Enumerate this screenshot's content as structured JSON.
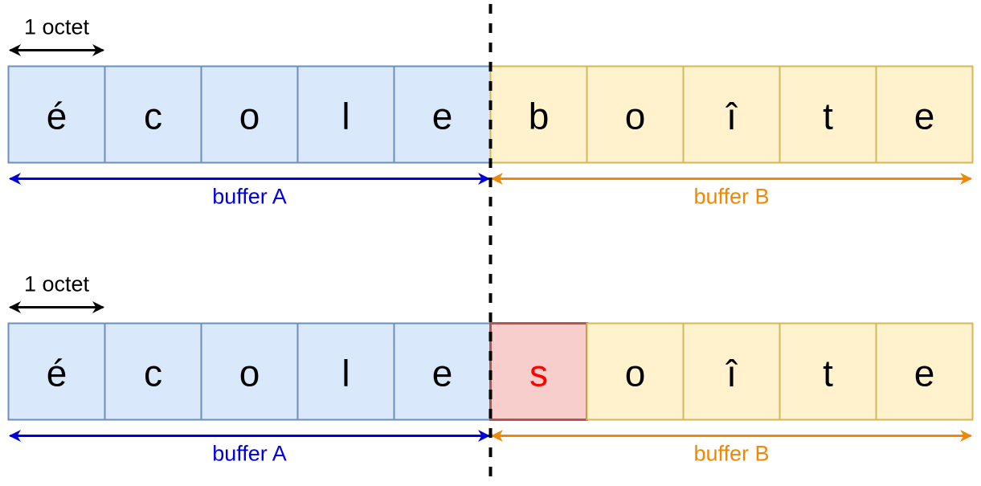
{
  "panels": [
    {
      "octet_label": "1 octet",
      "buffer_a": {
        "label": "buffer A",
        "cells": [
          "é",
          "c",
          "o",
          "l",
          "e"
        ]
      },
      "buffer_b": {
        "label": "buffer B",
        "cells": [
          "b",
          "o",
          "î",
          "t",
          "e"
        ]
      },
      "overflow_cell": null
    },
    {
      "octet_label": "1 octet",
      "buffer_a": {
        "label": "buffer A",
        "cells": [
          "é",
          "c",
          "o",
          "l",
          "e"
        ]
      },
      "buffer_b": {
        "label": "buffer B",
        "cells": [
          "s",
          "o",
          "î",
          "t",
          "e"
        ]
      },
      "overflow_cell": 0
    }
  ],
  "colors": {
    "buffer_a_fill": "#dae8fc",
    "buffer_a_stroke": "#6c8ebf",
    "buffer_b_fill": "#fff2cc",
    "buffer_b_stroke": "#d6b656",
    "overflow_fill": "#f8cecc",
    "overflow_stroke": "#b85450",
    "overflow_text": "#ff0000",
    "arrow_a": "#0000dd",
    "arrow_b": "#f08705",
    "text": "#000000"
  }
}
